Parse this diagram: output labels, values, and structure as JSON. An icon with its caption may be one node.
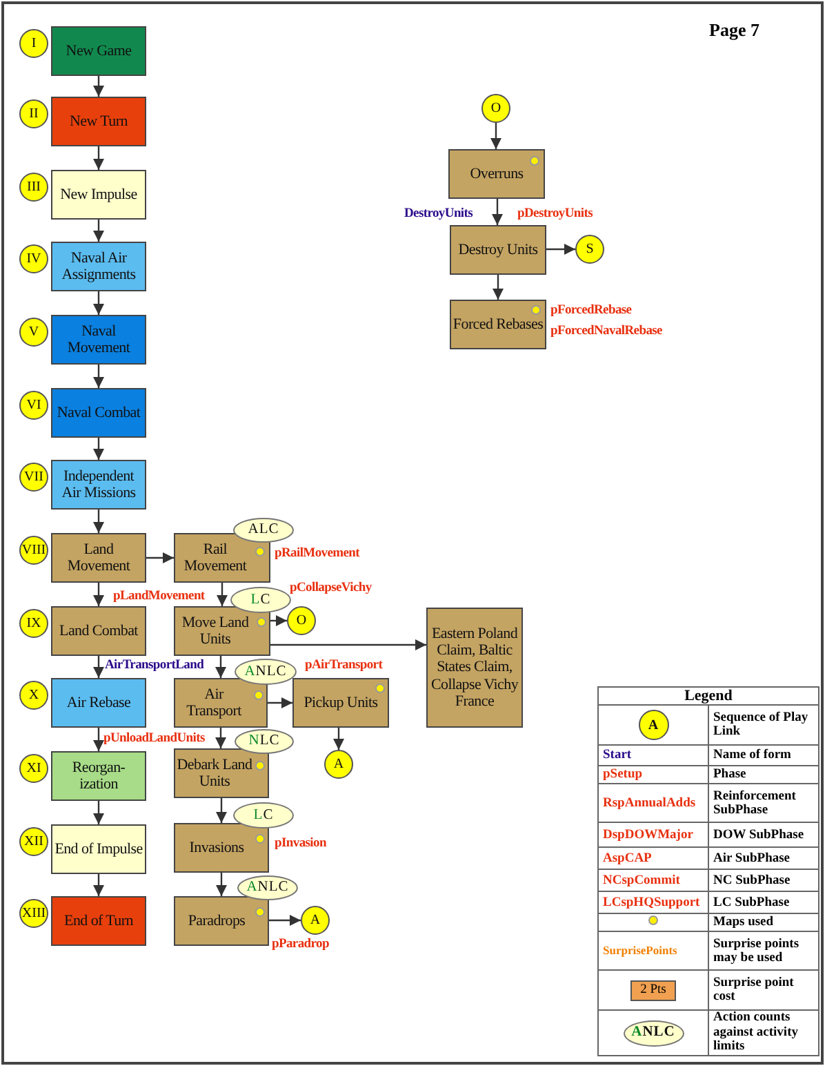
{
  "diagram": {
    "title": "Page 7",
    "nodes": [
      {
        "text": [
          "I"
        ]
      },
      {
        "text": [
          "New Game"
        ]
      },
      {
        "text": [
          "II"
        ]
      },
      {
        "text": [
          "New Turn"
        ]
      },
      {
        "text": [
          "III"
        ]
      },
      {
        "text": [
          "New Impulse"
        ]
      },
      {
        "text": [
          "IV"
        ]
      },
      {
        "text": [
          "Naval Air Assignments"
        ]
      },
      {
        "text": [
          "V"
        ]
      },
      {
        "text": [
          "Naval Movement"
        ]
      },
      {
        "text": [
          "VI"
        ]
      },
      {
        "text": [
          "Naval Combat"
        ]
      },
      {
        "text": [
          "VII"
        ]
      },
      {
        "text": [
          "Independent Air Missions"
        ]
      },
      {
        "text": [
          "VIII"
        ]
      },
      {
        "text": [
          "Land Movement"
        ]
      },
      {
        "text": [
          "IX"
        ]
      },
      {
        "text": [
          "Land Combat"
        ]
      },
      {
        "text": [
          "X"
        ]
      },
      {
        "text": [
          "Air Rebase"
        ]
      },
      {
        "text": [
          "XI"
        ]
      },
      {
        "text": [
          "Reorgan- ization"
        ]
      },
      {
        "text": [
          "XII"
        ]
      },
      {
        "text": [
          "End of Impulse"
        ]
      },
      {
        "text": [
          "XIII"
        ]
      },
      {
        "text": [
          "End of Turn"
        ]
      },
      {
        "text": [
          "O"
        ]
      },
      {
        "text": [
          "Overruns"
        ]
      },
      {
        "text": [
          "Destroy Units"
        ]
      },
      {
        "text": [
          "S"
        ]
      },
      {
        "text": [
          "Forced Rebases"
        ],
        "beside": [
          "pForcedRebase",
          "pForcedNavalRebase"
        ]
      },
      {
        "text": [
          "ALC"
        ]
      },
      {
        "text": [
          "Rail Movement"
        ]
      },
      {
        "text": [
          "LC"
        ]
      },
      {
        "text": [
          "Move Land Units"
        ]
      },
      {
        "text": [
          "O"
        ]
      },
      {
        "text": [
          "Eastern Poland Claim, Baltic States Claim, Collapse Vichy France"
        ]
      },
      {
        "text": [
          "ANLC"
        ]
      },
      {
        "text": [
          "Air Transport"
        ]
      },
      {
        "text": [
          "Pickup Units"
        ]
      },
      {
        "text": [
          "A"
        ]
      },
      {
        "text": [
          "NLC"
        ]
      },
      {
        "text": [
          "Debark Land Units"
        ]
      },
      {
        "text": [
          "LC"
        ]
      },
      {
        "text": [
          "Invasions"
        ]
      },
      {
        "text": [
          "ANLC"
        ]
      },
      {
        "text": [
          "Paradrops"
        ]
      },
      {
        "text": [
          "A"
        ]
      },
      {
        "text": [
          "A"
        ]
      },
      {
        "text": [
          "ANLC"
        ]
      }
    ],
    "edges": [
      {
        "from": 1,
        "to": 3,
        "arrow": "to"
      },
      {
        "from": 3,
        "to": 5,
        "arrow": "to"
      },
      {
        "from": 5,
        "to": 7,
        "arrow": "to"
      },
      {
        "from": 7,
        "to": 9,
        "arrow": "to"
      },
      {
        "from": 9,
        "to": 11,
        "arrow": "to"
      },
      {
        "from": 11,
        "to": 13,
        "arrow": "to"
      },
      {
        "from": 13,
        "to": 15,
        "arrow": "to"
      },
      {
        "from": 15,
        "to": 32,
        "arrow": "to"
      },
      {
        "from": 15,
        "to": 17,
        "arrow": "to"
      },
      {
        "from": 17,
        "to": 19,
        "arrow": "to"
      },
      {
        "from": 19,
        "to": 21,
        "arrow": "to"
      },
      {
        "from": 21,
        "to": 23,
        "arrow": "to"
      },
      {
        "from": 23,
        "to": 25,
        "arrow": "to"
      },
      {
        "from": 26,
        "to": 27,
        "arrow": "to"
      },
      {
        "from": 27,
        "to": 28,
        "arrow": "to"
      },
      {
        "from": 28,
        "to": 29,
        "arrow": "to"
      },
      {
        "from": 28,
        "to": 30,
        "arrow": "to"
      },
      {
        "from": 32,
        "to": 34,
        "arrow": "to"
      },
      {
        "from": 34,
        "to": 35,
        "arrow": "to"
      },
      {
        "from": 34,
        "to": 36,
        "arrow": "to"
      },
      {
        "from": 34,
        "to": 38,
        "arrow": "to"
      },
      {
        "from": 38,
        "to": 39,
        "arrow": "to"
      },
      {
        "from": 39,
        "to": 40,
        "arrow": "to"
      },
      {
        "from": 38,
        "to": 42,
        "arrow": "to"
      },
      {
        "from": 42,
        "to": 44,
        "arrow": "to"
      },
      {
        "from": 44,
        "to": 46,
        "arrow": "to"
      },
      {
        "from": 46,
        "to": 47,
        "arrow": "to"
      }
    ],
    "labels": [
      "DestroyUnits",
      "pDestroyUnits",
      "pRailMovement",
      "pCollapseVichy",
      "pLandMovement",
      "AirTransportLand",
      "pAirTransport",
      "pUnloadLandUnits",
      "pInvasion",
      "pParadrop",
      "Legend",
      "Sequence of Play Link",
      "Start",
      "Name of form",
      "pSetup",
      "Phase",
      "RspAnnualAdds",
      "Reinforcement SubPhase",
      "DspDOWMajor",
      "DOW SubPhase",
      "AspCAP",
      "Air SubPhase",
      "NCspCommit",
      "NC SubPhase",
      "LCspHQSupport",
      "LC SubPhase",
      "Maps used",
      "SurprisePoints",
      "Surprise points may be used",
      "2 Pts",
      "Surprise point cost",
      "Action counts against activity limits"
    ]
  }
}
